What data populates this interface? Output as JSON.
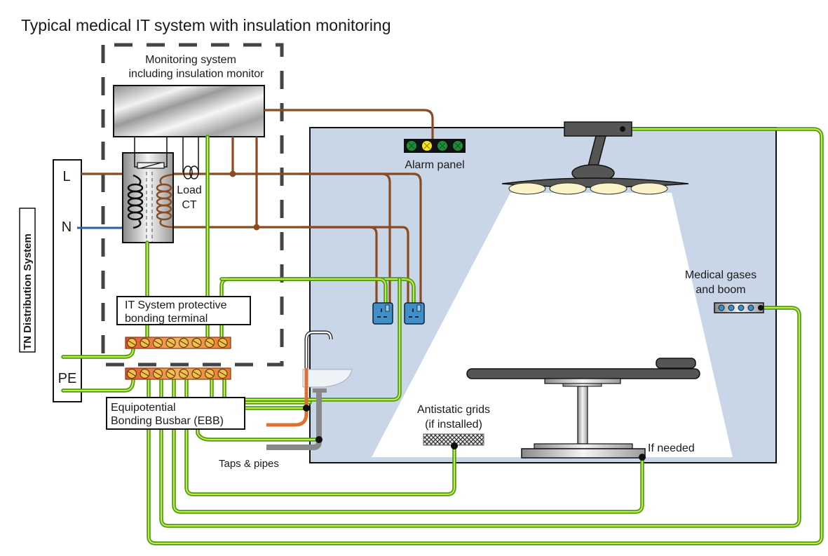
{
  "title": "Typical medical IT system with insulation monitoring",
  "labels": {
    "monitoring_line1": "Monitoring system",
    "monitoring_line2": "including insulation monitor",
    "alarm_panel": "Alarm panel",
    "load_ct_line1": "Load",
    "load_ct_line2": "CT",
    "line_L": "L",
    "line_N": "N",
    "line_PE": "PE",
    "tn_system": "TN Distribution System",
    "it_terminal_line1": "IT System protective",
    "it_terminal_line2": "bonding terminal",
    "ebb_line1": "Equipotential",
    "ebb_line2": "Bonding Busbar (EBB)",
    "taps_pipes": "Taps & pipes",
    "antistatic_line1": "Antistatic grids",
    "antistatic_line2": "(if installed)",
    "if_needed": "If needed",
    "gases_line1": "Medical gases",
    "gases_line2": "and boom"
  },
  "alarm_panel_lamps": [
    "green",
    "yellow",
    "green",
    "green"
  ],
  "colors": {
    "live_wire": "#8b4a1f",
    "neutral_wire": "#2e5fa8",
    "earth_wire_outer": "#4c9a1e",
    "earth_wire_inner": "#c8ec3c",
    "room_fill": "#c9d6e8",
    "socket": "#3f8fc9",
    "lamp_green": "#1f8c3a",
    "lamp_yellow": "#f2e61a"
  },
  "icons": {
    "transformer": "isolating-transformer-icon",
    "socket": "uk-socket-outlet-icon",
    "light": "surgical-light-icon",
    "table": "operating-table-icon",
    "sink": "sink-tap-icon",
    "gas": "medical-gas-panel-icon"
  }
}
